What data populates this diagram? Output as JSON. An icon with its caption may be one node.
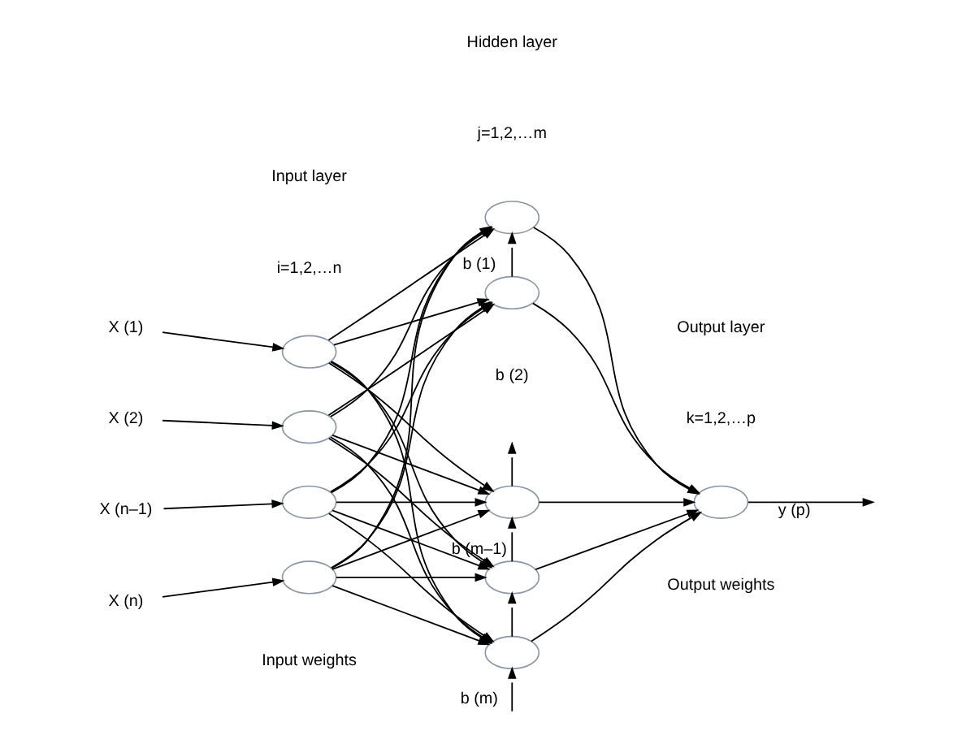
{
  "diagram": {
    "nodes": [
      {
        "text": [
          "X (1)"
        ]
      },
      {
        "text": [
          "X (2)"
        ]
      },
      {
        "text": [
          "X (n–1)"
        ]
      },
      {
        "text": [
          "X (n)"
        ]
      },
      {
        "text": [],
        "shape": "ellipse"
      },
      {
        "text": [],
        "shape": "ellipse"
      },
      {
        "text": [],
        "shape": "ellipse"
      },
      {
        "text": [],
        "shape": "ellipse"
      },
      {
        "text": [],
        "shape": "ellipse"
      },
      {
        "text": [],
        "shape": "ellipse"
      },
      {
        "text": [],
        "shape": "ellipse"
      },
      {
        "text": [],
        "shape": "ellipse"
      },
      {
        "text": [],
        "shape": "ellipse"
      },
      {
        "text": [],
        "shape": "ellipse"
      }
    ],
    "edges": [
      {
        "from": 0,
        "to": 4,
        "arrow": "to"
      },
      {
        "from": 1,
        "to": 5,
        "arrow": "to"
      },
      {
        "from": 2,
        "to": 6,
        "arrow": "to"
      },
      {
        "from": 3,
        "to": 7,
        "arrow": "to"
      },
      {
        "from": 4,
        "to": 8,
        "arrow": "to"
      },
      {
        "from": 4,
        "to": 9,
        "arrow": "to"
      },
      {
        "from": 4,
        "to": 10,
        "arrow": "to"
      },
      {
        "from": 4,
        "to": 11,
        "arrow": "to"
      },
      {
        "from": 4,
        "to": 12,
        "arrow": "to"
      },
      {
        "from": 5,
        "to": 8,
        "arrow": "to"
      },
      {
        "from": 5,
        "to": 9,
        "arrow": "to"
      },
      {
        "from": 5,
        "to": 10,
        "arrow": "to"
      },
      {
        "from": 5,
        "to": 11,
        "arrow": "to"
      },
      {
        "from": 5,
        "to": 12,
        "arrow": "to"
      },
      {
        "from": 6,
        "to": 8,
        "arrow": "to"
      },
      {
        "from": 6,
        "to": 9,
        "arrow": "to"
      },
      {
        "from": 6,
        "to": 10,
        "arrow": "to"
      },
      {
        "from": 6,
        "to": 11,
        "arrow": "to"
      },
      {
        "from": 6,
        "to": 12,
        "arrow": "to"
      },
      {
        "from": 7,
        "to": 8,
        "arrow": "to"
      },
      {
        "from": 7,
        "to": 9,
        "arrow": "to"
      },
      {
        "from": 7,
        "to": 10,
        "arrow": "to"
      },
      {
        "from": 7,
        "to": 11,
        "arrow": "to"
      },
      {
        "from": 7,
        "to": 12,
        "arrow": "to"
      },
      {
        "from": 8,
        "to": 13,
        "arrow": "to"
      },
      {
        "from": 9,
        "to": 13,
        "arrow": "to"
      },
      {
        "from": 10,
        "to": 13,
        "arrow": "to"
      },
      {
        "from": 11,
        "to": 13,
        "arrow": "to"
      },
      {
        "from": 12,
        "to": 13,
        "arrow": "to"
      },
      {
        "from": 9,
        "to": 8,
        "arrow": "to",
        "label": "b (1)"
      },
      {
        "from": 10,
        "to": null,
        "arrow": "to"
      },
      {
        "from": 11,
        "to": 10,
        "arrow": "to",
        "label": "b (m–1)"
      },
      {
        "from": 12,
        "to": 11,
        "arrow": "to"
      },
      {
        "from": null,
        "to": 12,
        "arrow": "to",
        "label": "b (m)"
      },
      {
        "from": 13,
        "to": null,
        "arrow": "to",
        "label": "y (p)"
      }
    ],
    "labels": [
      "Input layer",
      "i=1,2,…n",
      "Hidden layer",
      "j=1,2,…m",
      "Output layer",
      "k=1,2,…p",
      "b (2)",
      "Input weights",
      "Output weights"
    ]
  }
}
